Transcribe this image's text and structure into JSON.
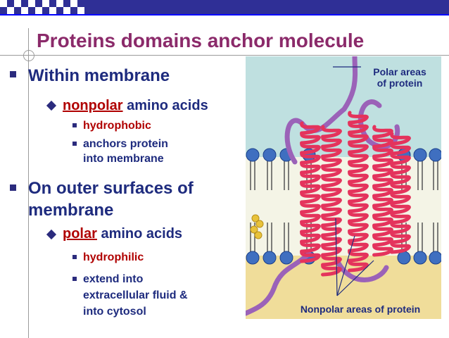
{
  "title": "Proteins domains anchor molecule",
  "bullets": {
    "within": "Within membrane",
    "nonpolar_word": "nonpolar",
    "nonpolar_rest": " amino acids",
    "hydrophobic": "hydrophobic",
    "anchors_1": "anchors protein",
    "anchors_2": "into membrane",
    "outer_1": "On outer surfaces of",
    "outer_2": "membrane",
    "polar_word": "polar",
    "polar_rest": " amino acids",
    "hydrophilic": "hydrophilic",
    "extend_1": "extend into",
    "extend_2": "extracellular fluid &",
    "extend_3": "into cytosol"
  },
  "figure": {
    "polar_label_1": "Polar areas",
    "polar_label_2": "of protein",
    "nonpolar_label": "Nonpolar areas of protein"
  },
  "colors": {
    "title": "#8b2a6a",
    "text": "#1e2b7e",
    "emphasis": "#b00000",
    "helix": "#e4335c",
    "extracellular": "#bfe0e0",
    "cytosol": "#f0dd9a"
  }
}
